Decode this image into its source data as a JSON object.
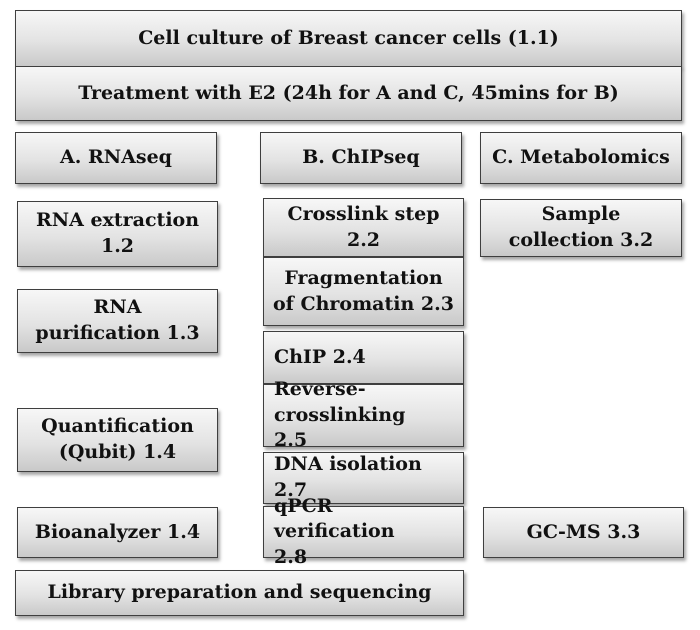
{
  "header": {
    "culture": "Cell culture of Breast cancer cells (1.1)",
    "treatment": "Treatment with E2 (24h for A and C, 45mins for B)"
  },
  "columns": {
    "a": {
      "title": "A. RNAseq",
      "steps": [
        "RNA extraction 1.2",
        "RNA purification 1.3",
        "Quantification (Qubit) 1.4",
        "Bioanalyzer 1.4"
      ]
    },
    "b": {
      "title": "B. ChIPseq",
      "steps": [
        "Crosslink step 2.2",
        "Fragmentation of Chromatin 2.3",
        "ChIP 2.4",
        "Reverse-crosslinking 2.5",
        "DNA isolation 2.7",
        "qPCR verification 2.8"
      ]
    },
    "c": {
      "title": "C. Metabolomics",
      "steps": [
        "Sample collection 3.2",
        "GC-MS 3.3"
      ]
    }
  },
  "footer": {
    "library": "Library preparation and sequencing"
  }
}
